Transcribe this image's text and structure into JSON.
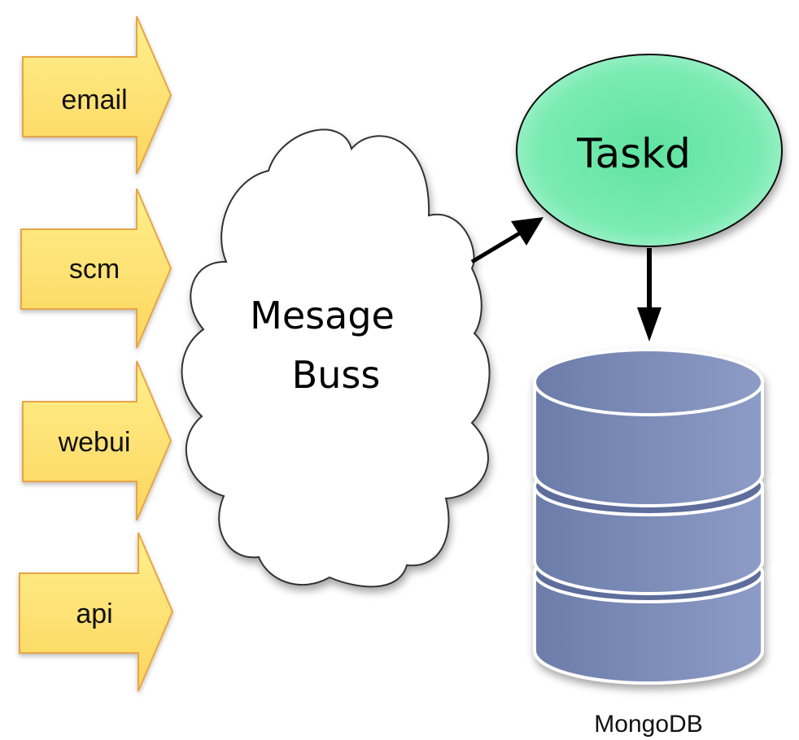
{
  "diagram": {
    "title": "",
    "inputs": [
      {
        "label": "email"
      },
      {
        "label": "scm"
      },
      {
        "label": "webui"
      },
      {
        "label": "api"
      }
    ],
    "message_bus": {
      "line1": "Mesage",
      "line2": "Buss"
    },
    "task_daemon": {
      "label": "Taskd"
    },
    "database": {
      "label": "MongoDB"
    },
    "edges": [
      {
        "from": "Mesage Buss",
        "to": "Taskd"
      },
      {
        "from": "Taskd",
        "to": "MongoDB"
      }
    ],
    "colors": {
      "input_arrow_fill": "#FFE27A",
      "input_arrow_stroke": "#E8A544",
      "taskd_fill": "#6EE8A8",
      "db_fill": "#7A8BB8",
      "db_dark": "#5D6D9C",
      "connector": "#000000"
    }
  }
}
